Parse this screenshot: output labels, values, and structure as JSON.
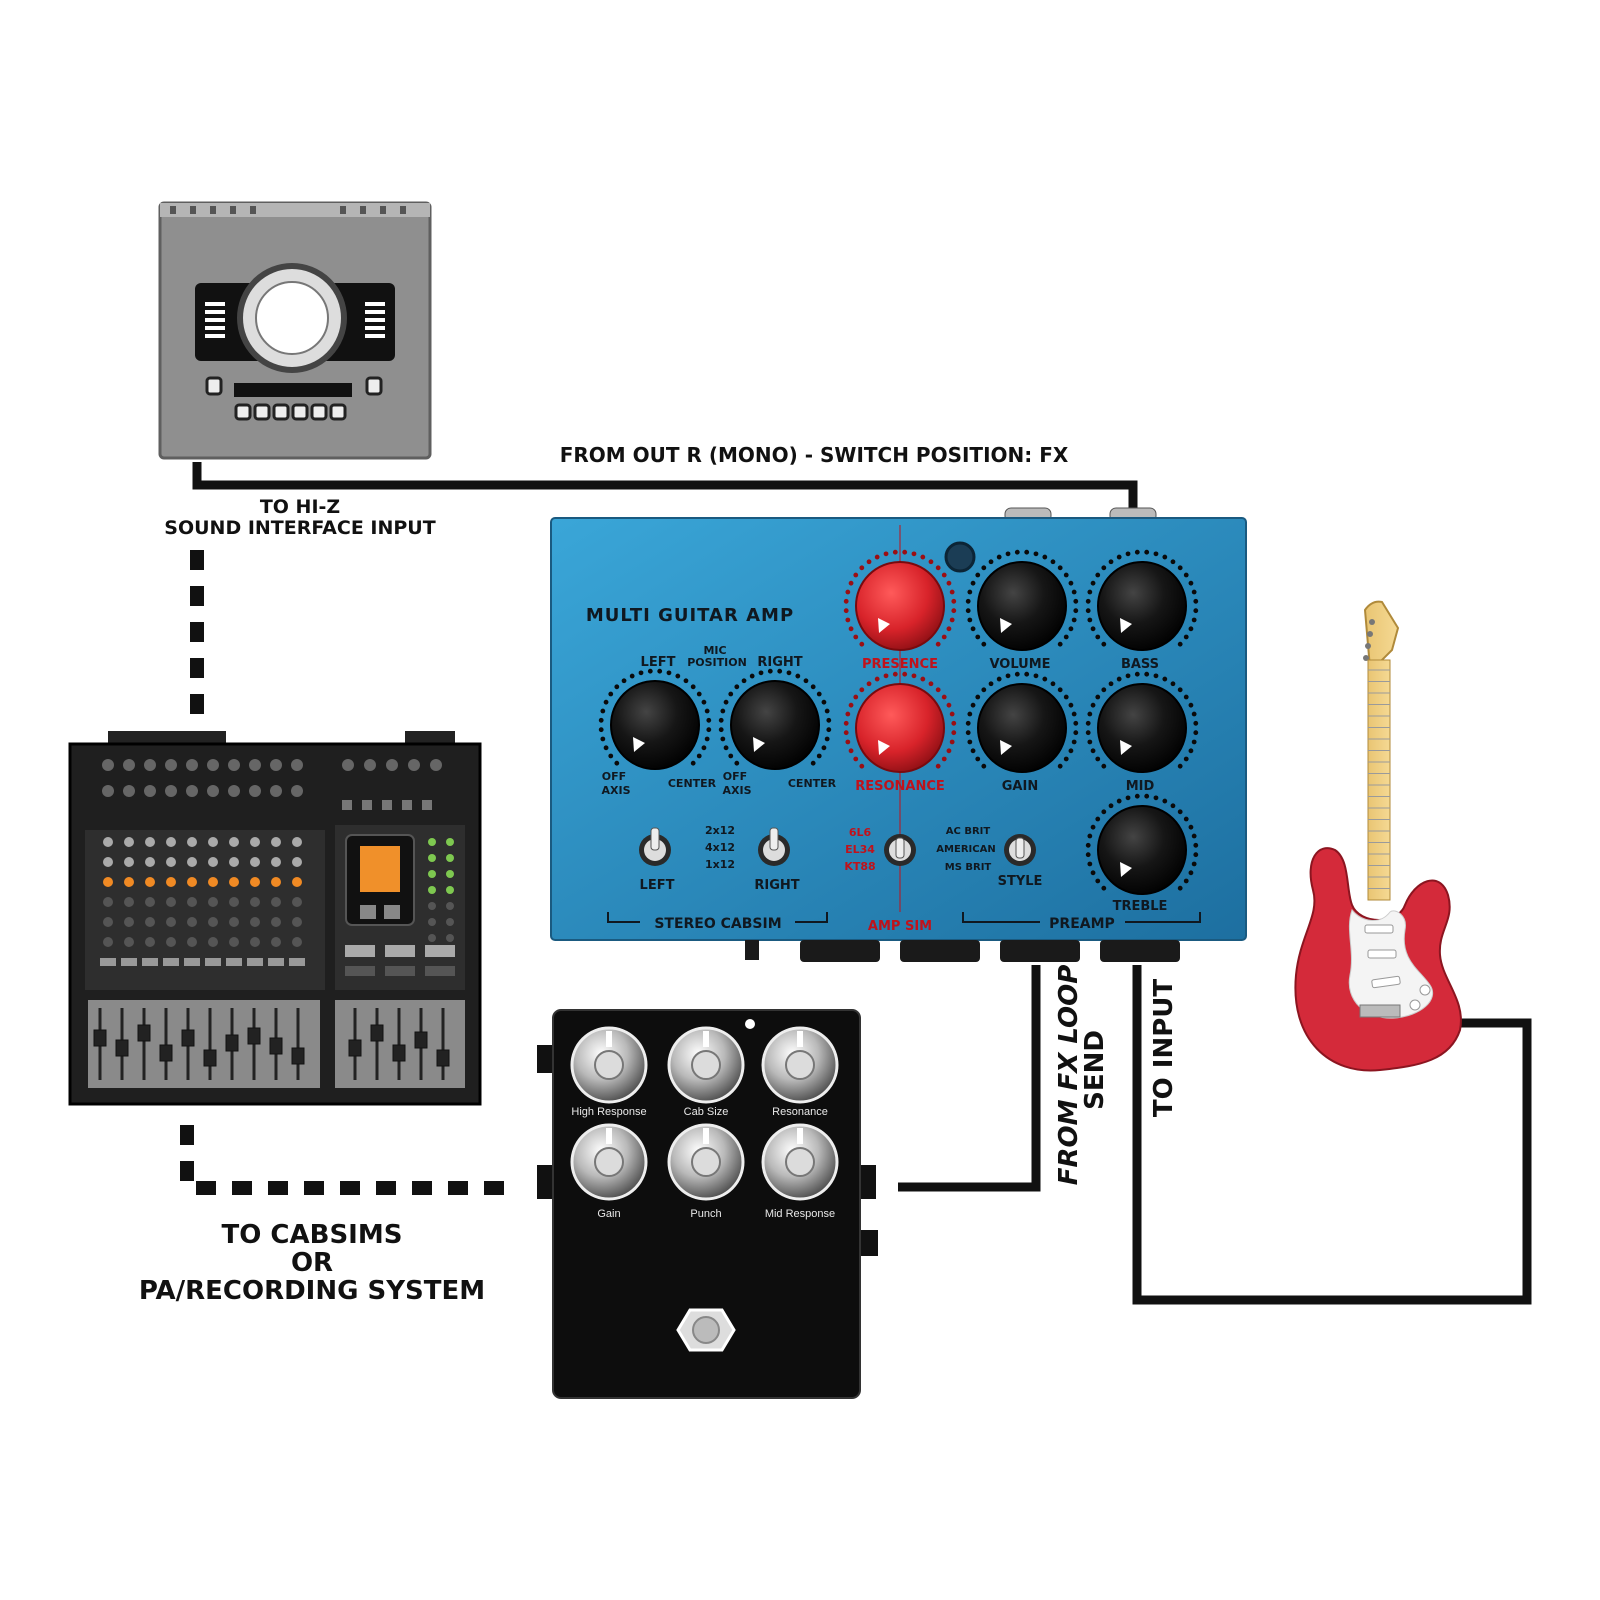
{
  "labels": {
    "from_out_r": "FROM OUT R (MONO) - SWITCH POSITION: FX",
    "to_hiz_line1": "TO HI-Z",
    "to_hiz_line2": "SOUND INTERFACE INPUT",
    "to_cabsims_line1": "TO CABSIMS",
    "to_cabsims_line2": "OR",
    "to_cabsims_line3": "PA/RECORDING SYSTEM",
    "from_fx_loop_line1": "FROM FX LOOP",
    "from_fx_loop_line2": "SEND",
    "to_input": "TO INPUT"
  },
  "amp": {
    "title": "MULTI GUITAR AMP",
    "mic_position": "MIC\nPOSITION",
    "mic_line1": "MIC",
    "mic_line2": "POSITION",
    "left": "LEFT",
    "right": "RIGHT",
    "off_axis_1": "OFF",
    "off_axis_2": "AXIS",
    "center": "CENTER",
    "presence": "PRESENCE",
    "resonance": "RESONANCE",
    "volume": "VOLUME",
    "bass": "BASS",
    "gain": "GAIN",
    "mid": "MID",
    "treble": "TREBLE",
    "cab_2x12": "2x12",
    "cab_4x12": "4x12",
    "cab_1x12": "1x12",
    "switch_left": "LEFT",
    "switch_right": "RIGHT",
    "tube_6l6": "6L6",
    "tube_el34": "EL34",
    "tube_kt88": "KT88",
    "style_ac": "AC BRIT",
    "style_american": "AMERICAN",
    "style_ms": "MS BRIT",
    "style": "STYLE",
    "stereo_cabsim": "STEREO CABSIM",
    "amp_sim": "AMP SIM",
    "preamp": "PREAMP"
  },
  "pedal": {
    "knob_high_response": "High Response",
    "knob_cab_size": "Cab Size",
    "knob_resonance": "Resonance",
    "knob_gain": "Gain",
    "knob_punch": "Punch",
    "knob_mid_response": "Mid Response"
  },
  "colors": {
    "amp_body": "#2f8fc4",
    "red_knob": "#d8232a",
    "black_knob": "#141414",
    "cable": "#111111",
    "guitar_body": "#d42a3a"
  }
}
